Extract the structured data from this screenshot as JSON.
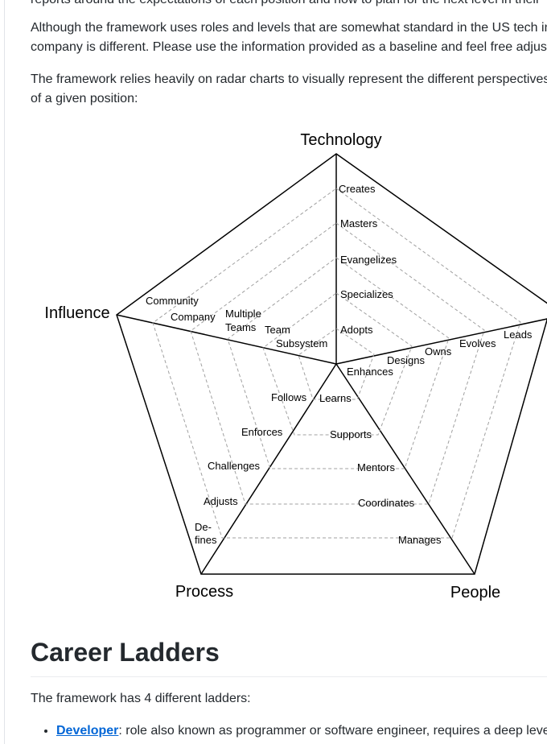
{
  "paragraphs": [
    "reports around the expectations of each position and how to plan for the next level in their",
    "Although the framework uses roles and levels that are somewhat standard in the US tech in",
    "company is different. Please use the information provided as a baseline and feel free adjus",
    "The framework relies heavily on radar charts to visually represent the different perspectives",
    "of a given position:"
  ],
  "diagram": {
    "axes": {
      "technology": {
        "title": "Technology",
        "levels": [
          "Adopts",
          "Specializes",
          "Evangelizes",
          "Masters",
          "Creates"
        ]
      },
      "people": {
        "title": "People",
        "levels": [
          "Learns",
          "Supports",
          "Mentors",
          "Coordinates",
          "Manages"
        ]
      },
      "process": {
        "title": "Process",
        "levels": [
          "Follows",
          "Enforces",
          "Challenges",
          "Adjusts",
          "De-",
          "fines"
        ]
      },
      "influence": {
        "title": "Influence",
        "levels": [
          "Subsystem",
          "Team",
          "Multiple",
          "Teams",
          "Company",
          "Community"
        ]
      },
      "career": {
        "title": "",
        "levels": [
          "Enhances",
          "Designs",
          "Owns",
          "Evolves",
          "Leads"
        ]
      }
    }
  },
  "section": {
    "heading": "Career Ladders",
    "intro": "The framework has 4 different ladders:",
    "ladders": [
      {
        "name": "Developer",
        "text": ": role also known as programmer or software engineer, requires a deep leve"
      }
    ]
  },
  "colors": {
    "link": "#0366d6",
    "text": "#24292e",
    "grid": "#a0a0a0"
  }
}
